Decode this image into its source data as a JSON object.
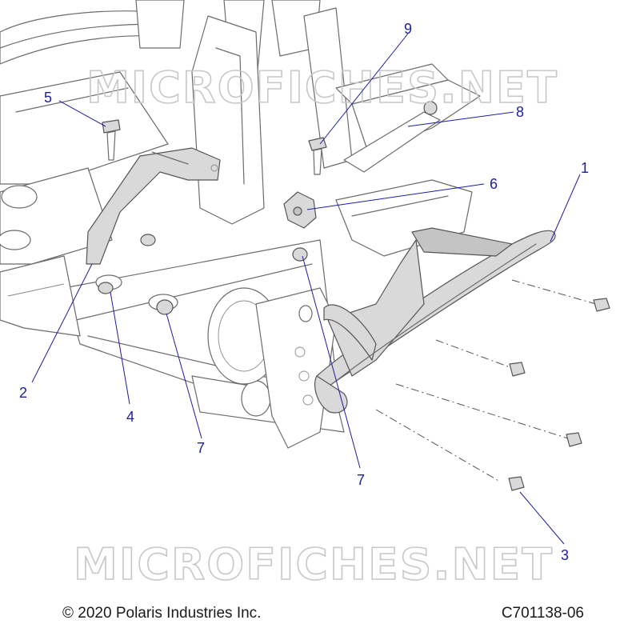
{
  "watermark": "MICROFICHES.NET",
  "callouts": [
    {
      "id": "1",
      "label": "1"
    },
    {
      "id": "2",
      "label": "2"
    },
    {
      "id": "3",
      "label": "3"
    },
    {
      "id": "4",
      "label": "4"
    },
    {
      "id": "5",
      "label": "5"
    },
    {
      "id": "6",
      "label": "6"
    },
    {
      "id": "7a",
      "label": "7"
    },
    {
      "id": "7b",
      "label": "7"
    },
    {
      "id": "8",
      "label": "8"
    },
    {
      "id": "9",
      "label": "9"
    }
  ],
  "footer": {
    "copyright": "© 2020 Polaris Industries Inc.",
    "drawing_number": "C701138-06"
  },
  "colors": {
    "callout": "#1d1d9e",
    "line_art": "#6b6b6b",
    "part_shade": "#d9d9d9",
    "watermark": "#c8c8c8"
  }
}
